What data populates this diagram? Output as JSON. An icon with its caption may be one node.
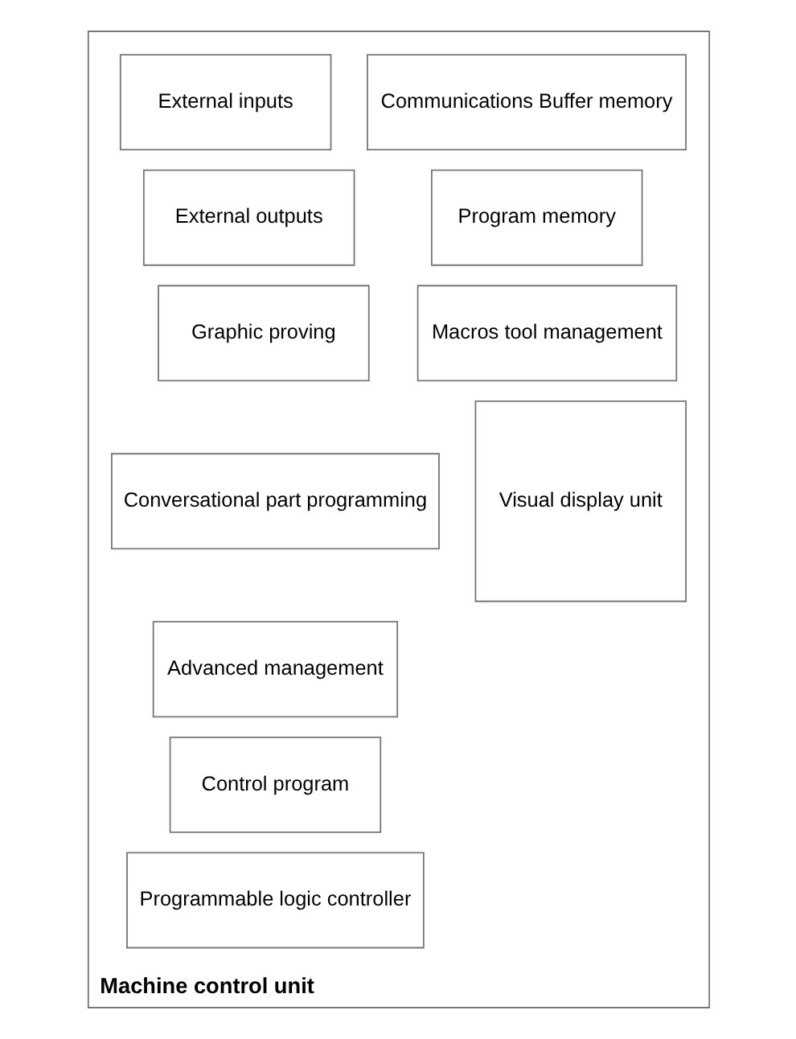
{
  "diagram": {
    "nodes": [
      {
        "text": [
          "Machine control unit"
        ]
      },
      {
        "text": [
          "Communications Buffer memory"
        ],
        "in": 0
      },
      {
        "text": [
          "External inputs"
        ],
        "in": 0
      },
      {
        "text": [
          "Program memory"
        ],
        "in": 0
      },
      {
        "text": [
          "External outputs"
        ],
        "in": 0
      },
      {
        "text": [
          "Macros tool management"
        ],
        "in": 0
      },
      {
        "text": [
          "Graphic proving"
        ],
        "in": 0
      },
      {
        "text": [
          "Visual display unit"
        ],
        "in": 0
      },
      {
        "text": [
          "Conversational part programming"
        ],
        "in": 0
      },
      {
        "text": [
          "Advanced management"
        ],
        "in": 0
      },
      {
        "text": [
          "Control program"
        ],
        "in": 0
      },
      {
        "text": [
          "Programmable logic controller"
        ],
        "in": 0
      }
    ]
  }
}
